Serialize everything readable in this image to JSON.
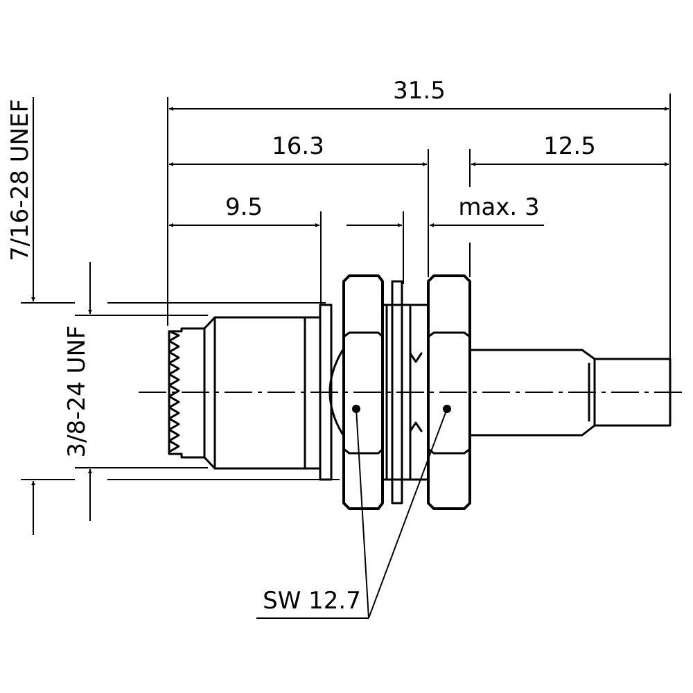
{
  "dimensions": {
    "overall_length": "31.5",
    "front_length": "16.3",
    "rear_length": "12.5",
    "thread_length": "9.5",
    "panel_thickness": "max. 3"
  },
  "threads": {
    "outer_thread": "7/16-28 UNEF",
    "inner_thread": "3/8-24 UNF"
  },
  "callouts": {
    "wrench_size": "SW 12.7"
  }
}
